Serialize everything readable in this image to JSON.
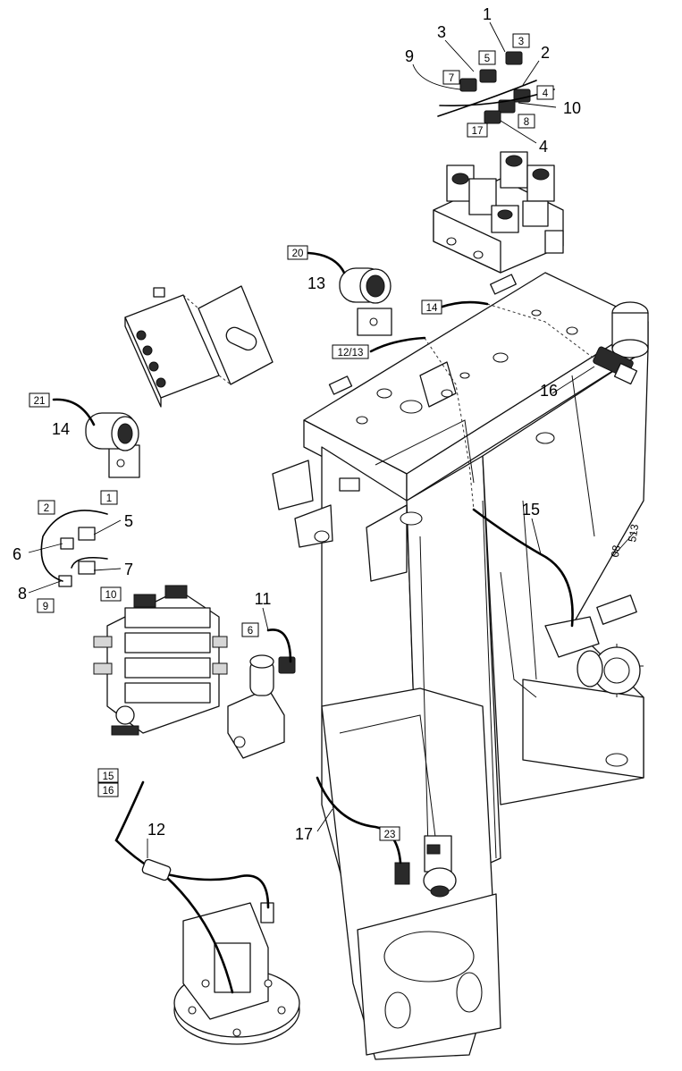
{
  "reference": {
    "top": "08",
    "bottom": "513"
  },
  "callouts": {
    "c1": "1",
    "c2": "2",
    "c3": "3",
    "c4": "4",
    "c9": "9",
    "c10": "10",
    "c13": "13",
    "c14a": "14",
    "c16": "16",
    "c15": "15",
    "c5": "5",
    "c6": "6",
    "c7": "7",
    "c8": "8",
    "c11": "11",
    "c12": "12",
    "c17": "17"
  },
  "boxed": {
    "b3": "3",
    "b5": "5",
    "b7": "7",
    "b4": "4",
    "b8": "8",
    "b17": "17",
    "b20": "20",
    "b14": "14",
    "b1213": "12/13",
    "b21": "21",
    "b2": "2",
    "b1": "1",
    "b10": "10",
    "b9": "9",
    "b6": "6",
    "b15": "15",
    "b16": "16",
    "b23": "23"
  }
}
